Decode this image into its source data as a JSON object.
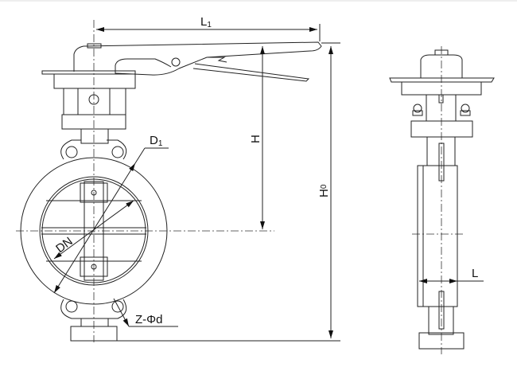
{
  "title": "Butterfly valve dimension drawing",
  "labels": {
    "L1": {
      "main": "L",
      "sub": "1"
    },
    "H": "H",
    "H0": {
      "main": "H",
      "sub": "0"
    },
    "D1": {
      "main": "D",
      "sub": "1"
    },
    "DN": "DN",
    "Zd": "Z-Φd",
    "L": "L"
  },
  "colors": {
    "line": "#222222",
    "background": "#ffffff"
  }
}
